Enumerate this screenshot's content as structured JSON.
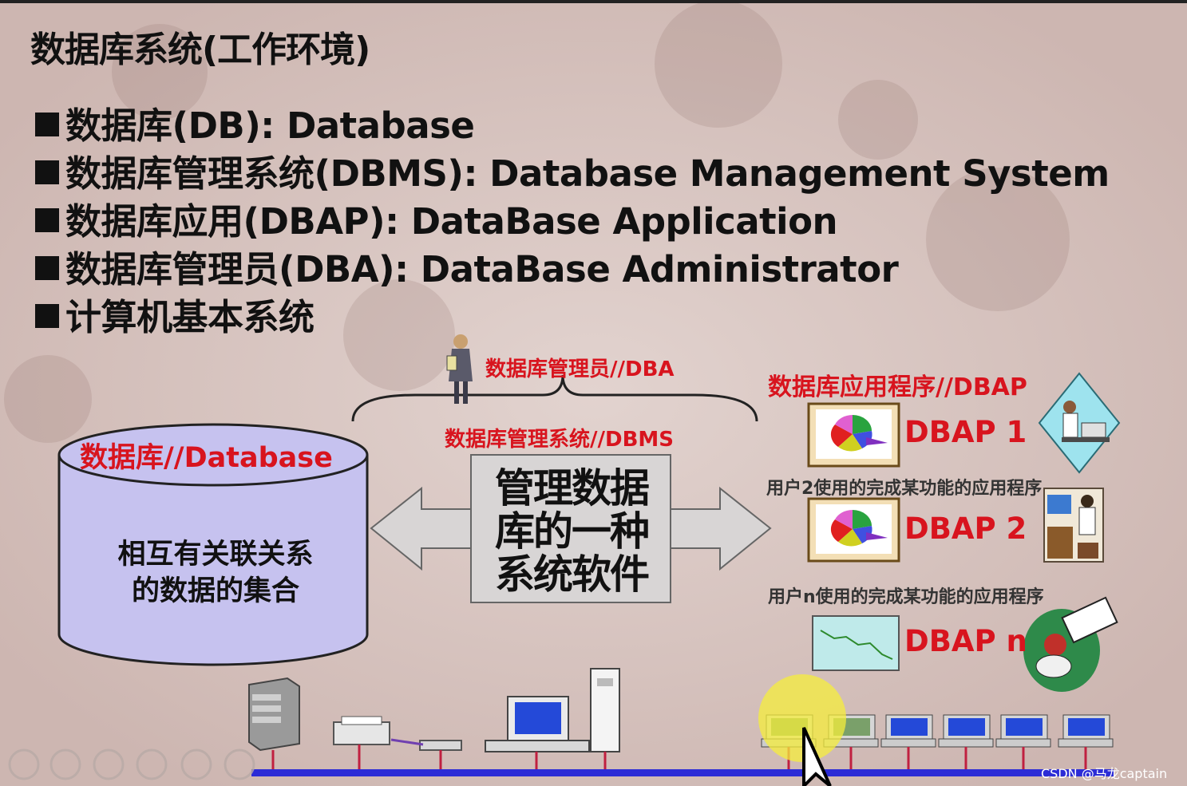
{
  "title": "数据库系统(工作环境)",
  "bullets": [
    "数据库(DB): Database",
    "数据库管理系统(DBMS): Database Management System",
    "数据库应用(DBAP): DataBase Application",
    "数据库管理员(DBA): DataBase Administrator",
    "计算机基本系统"
  ],
  "diagram": {
    "database_label": "数据库//Database",
    "database_text_line1": "相互有关联关系",
    "database_text_line2": "的数据的集合",
    "dba_label": "数据库管理员//DBA",
    "dbms_label": "数据库管理系统//DBMS",
    "dbms_box_line1": "管理数据",
    "dbms_box_line2": "库的一种",
    "dbms_box_line3": "系统软件",
    "dbap_label": "数据库应用程序//DBAP",
    "apps": [
      "DBAP 1",
      "DBAP 2",
      "DBAP n"
    ],
    "user2_line": "用户2使用的完成某功能的应用程序",
    "usern_line": "用户n使用的完成某功能的应用程序"
  },
  "watermark": "CSDN @马龙captain",
  "colors": {
    "accent_red": "#d8141e",
    "cylinder_fill": "#c6c2ef",
    "network_bus": "#2c2cd6",
    "arrow_fill": "#d8d5d5"
  }
}
